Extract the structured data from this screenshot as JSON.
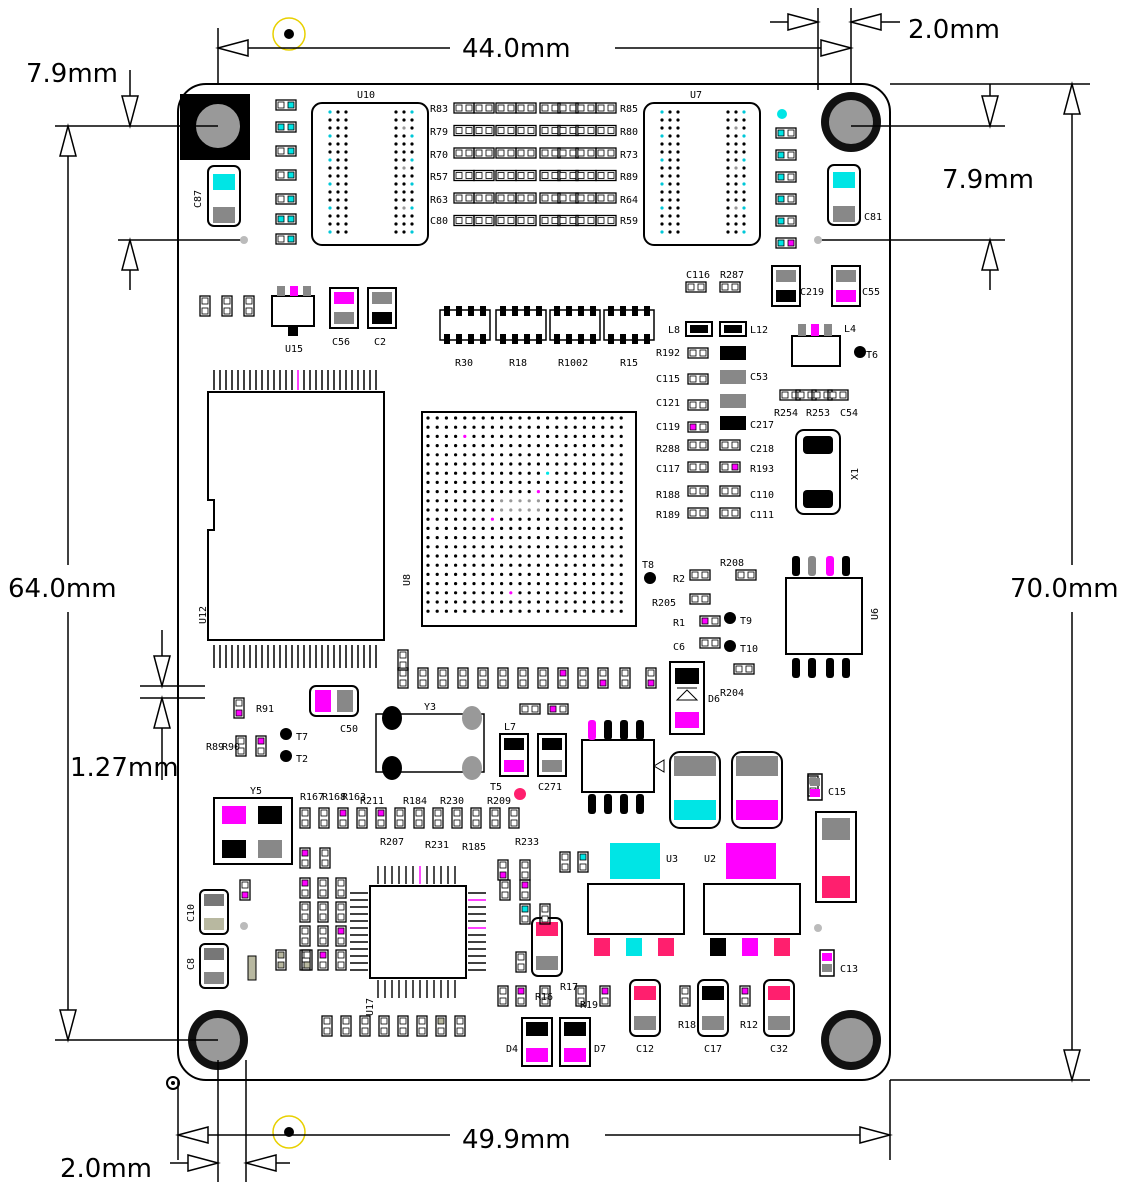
{
  "dimensions": {
    "top_width": "44.0mm",
    "bottom_width": "49.9mm",
    "left_height": "64.0mm",
    "right_height": "70.0mm",
    "top_left_offset": "7.9mm",
    "top_right_offset": "7.9mm",
    "top_right_gap": "2.0mm",
    "bottom_left_gap": "2.0mm",
    "left_pitch": "1.27mm"
  },
  "labels": {
    "u10": "U10",
    "u7": "U7",
    "u15": "U15",
    "u12": "U12",
    "u8": "U8",
    "u6": "U6",
    "u3": "U3",
    "u2": "U2",
    "u17": "U17",
    "x1": "X1",
    "y3": "Y3",
    "y5": "Y5",
    "c50": "C50",
    "c56": "C56",
    "c2": "C2",
    "c55": "C55",
    "c219": "C219",
    "c87": "C87",
    "c81": "C81",
    "c10": "C10",
    "c8": "C8",
    "c15": "C15",
    "c13": "C13",
    "c12": "C12",
    "c17": "C17",
    "c32": "C32",
    "d6": "D6",
    "d4": "D4",
    "d7": "D7",
    "l7": "L7",
    "l8": "L8",
    "l12": "L12",
    "l4": "L4",
    "r30": "R30",
    "r18": "R18",
    "r1002": "R1002",
    "r15": "R15",
    "r83": "R83",
    "r79": "R79",
    "r70": "R70",
    "r57": "R57",
    "r63": "R63",
    "c80": "C80",
    "r85": "R85",
    "r80": "R80",
    "r73": "R73",
    "r89": "R89",
    "r64": "R64",
    "r59": "R59",
    "r192": "R192",
    "c115": "C115",
    "c121": "C121",
    "c119": "C119",
    "r288": "R288",
    "c117": "C117",
    "r188": "R188",
    "r189": "R189",
    "c53": "C53",
    "c217": "C217",
    "c218": "C218",
    "r193": "R193",
    "c110": "C110",
    "c111": "C111",
    "r254": "R254",
    "r253": "R253",
    "c54": "C54",
    "c116": "C116",
    "r287": "R287",
    "r205": "R205",
    "r208": "R208",
    "r204": "R204",
    "r2": "R2",
    "r1": "R1",
    "c6": "C6",
    "t8": "T8",
    "t9": "T9",
    "t10": "T10",
    "t5": "T5",
    "t7": "T7",
    "t2": "T2",
    "t6": "T6",
    "r207": "R207",
    "r231": "R231",
    "r185": "R185",
    "r233": "R233",
    "r211": "R211",
    "r184": "R184",
    "r230": "R230",
    "r209": "R209",
    "r167": "R167",
    "r168": "R168",
    "r163": "R163",
    "c271": "C271",
    "r91": "R91",
    "r89b": "R89",
    "r90": "R90",
    "r18b": "R18",
    "r19": "R19",
    "r12": "R12",
    "r17": "R17",
    "r16": "R16"
  }
}
